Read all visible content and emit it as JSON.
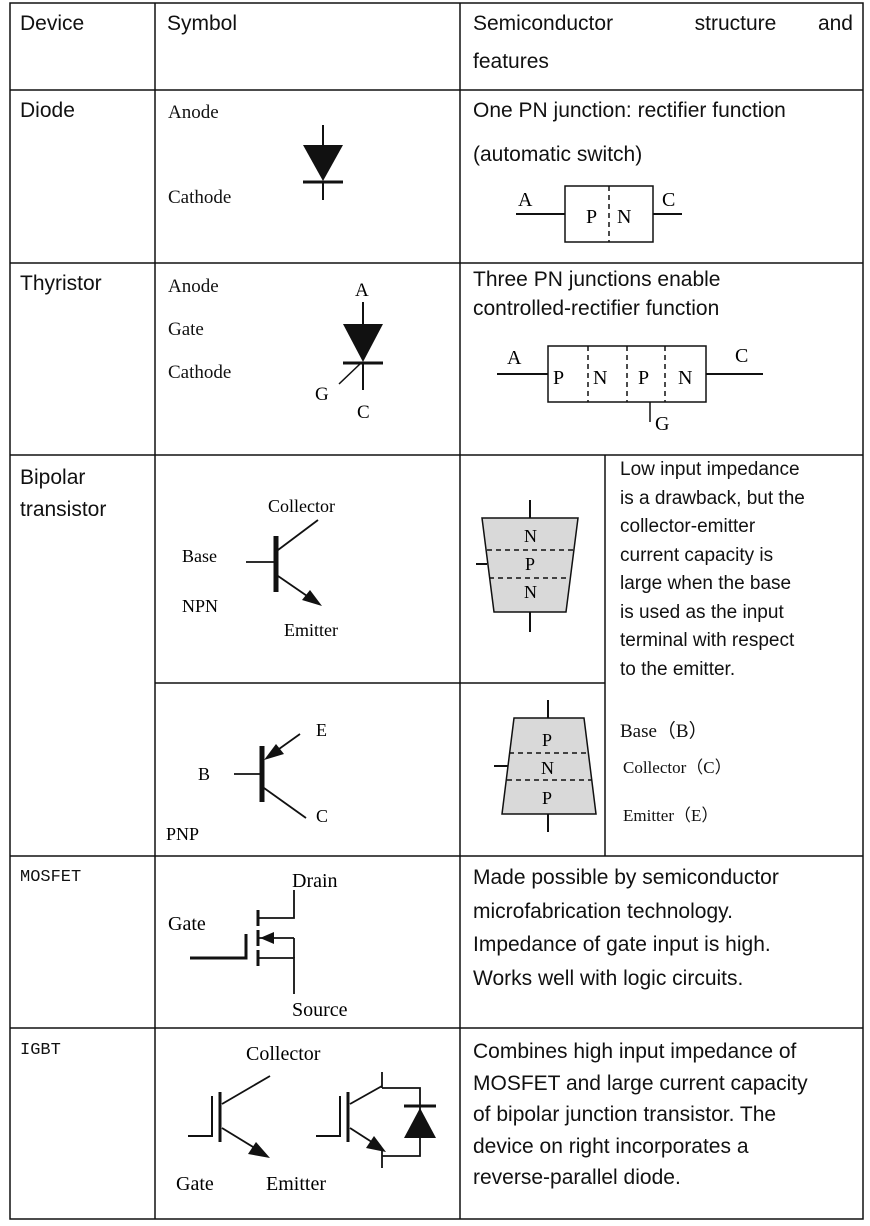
{
  "headers": {
    "device": "Device",
    "symbol": "Symbol",
    "structure_part1": "Semiconductor",
    "structure_part2": "structure",
    "structure_part3": "and",
    "structure_part4": "features"
  },
  "diode": {
    "device": "Diode",
    "label_anode": "Anode",
    "label_cathode": "Cathode",
    "feature_line1": "One PN junction: rectifier function",
    "feature_line2": "(automatic switch)",
    "struct_a": "A",
    "struct_c": "C",
    "struct_p": "P",
    "struct_n": "N"
  },
  "thyristor": {
    "device": "Thyristor",
    "label_anode": "Anode",
    "label_gate": "Gate",
    "label_cathode": "Cathode",
    "sym_a": "A",
    "sym_g": "G",
    "sym_c": "C",
    "feature_line1": "Three PN junctions enable",
    "feature_line2": "controlled-rectifier function",
    "struct_a": "A",
    "struct_c": "C",
    "struct_g": "G",
    "struct_layers": [
      "P",
      "N",
      "P",
      "N"
    ]
  },
  "bipolar": {
    "device_line1": "Bipolar",
    "device_line2": "transistor",
    "npn": {
      "label_collector": "Collector",
      "label_base": "Base",
      "label_type": "NPN",
      "label_emitter": "Emitter",
      "layers": [
        "N",
        "P",
        "N"
      ]
    },
    "pnp": {
      "label_e": "E",
      "label_b": "B",
      "label_c": "C",
      "label_type": "PNP",
      "layers": [
        "P",
        "N",
        "P"
      ]
    },
    "feature_lines": [
      "Low input impedance",
      "is a drawback, but the",
      "collector-emitter",
      "current capacity is",
      "large when  the base",
      "is used as the input",
      "terminal with respect",
      "to the emitter."
    ],
    "legend_base": "Base（B）",
    "legend_collector": "Collector（C）",
    "legend_emitter": "Emitter（E）"
  },
  "mosfet": {
    "device": "MOSFET",
    "label_drain": "Drain",
    "label_gate": "Gate",
    "label_source": "Source",
    "feature_lines": [
      "Made possible by semiconductor",
      "microfabrication technology.",
      "Impedance of gate input is high.",
      "Works well with logic circuits."
    ]
  },
  "igbt": {
    "device": "IGBT",
    "label_collector": "Collector",
    "label_gate": "Gate",
    "label_emitter": "Emitter",
    "feature_lines": [
      "Combines high input impedance of",
      "MOSFET and large current capacity",
      "of bipolar junction transistor. The",
      "device on right incorporates a",
      "reverse-parallel diode."
    ]
  }
}
